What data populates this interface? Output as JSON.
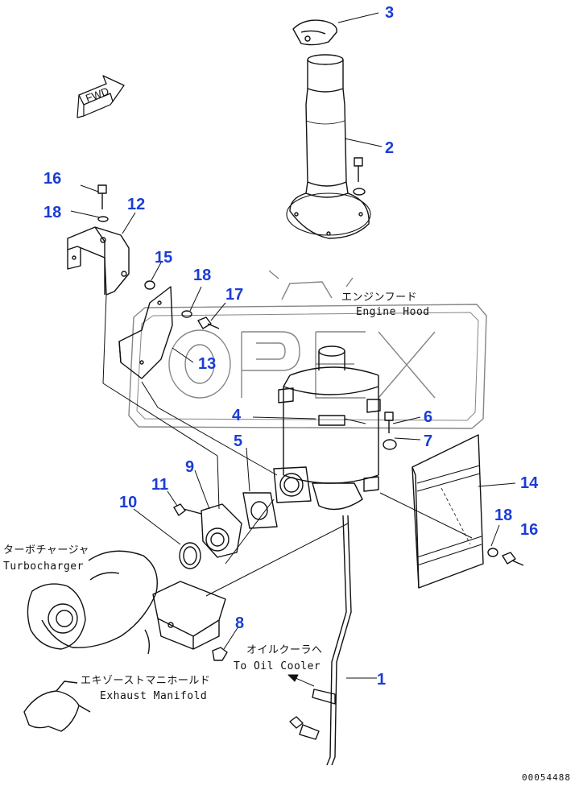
{
  "fwd_label": "FWD",
  "watermark": "OPEX",
  "doc_number": "00054488",
  "accent_color": "#1a3dd6",
  "callouts": {
    "c1": "1",
    "c2": "2",
    "c3": "3",
    "c4": "4",
    "c5": "5",
    "c6": "6",
    "c7": "7",
    "c8": "8",
    "c9": "9",
    "c10": "10",
    "c11": "11",
    "c12": "12",
    "c13": "13",
    "c14": "14",
    "c15": "15",
    "c16a": "16",
    "c16b": "16",
    "c17": "17",
    "c18a": "18",
    "c18b": "18",
    "c18c": "18"
  },
  "notes": {
    "engine_hood_jp": "エンジンフード",
    "engine_hood_en": "Engine Hood",
    "turbo_jp": "ターボチャージャ",
    "turbo_en": "Turbocharger",
    "oil_cooler_jp": "オイルクーラへ",
    "oil_cooler_en": "To Oil Cooler",
    "exhaust_jp": "エキゾーストマニホールド",
    "exhaust_en": "Exhaust Manifold"
  }
}
